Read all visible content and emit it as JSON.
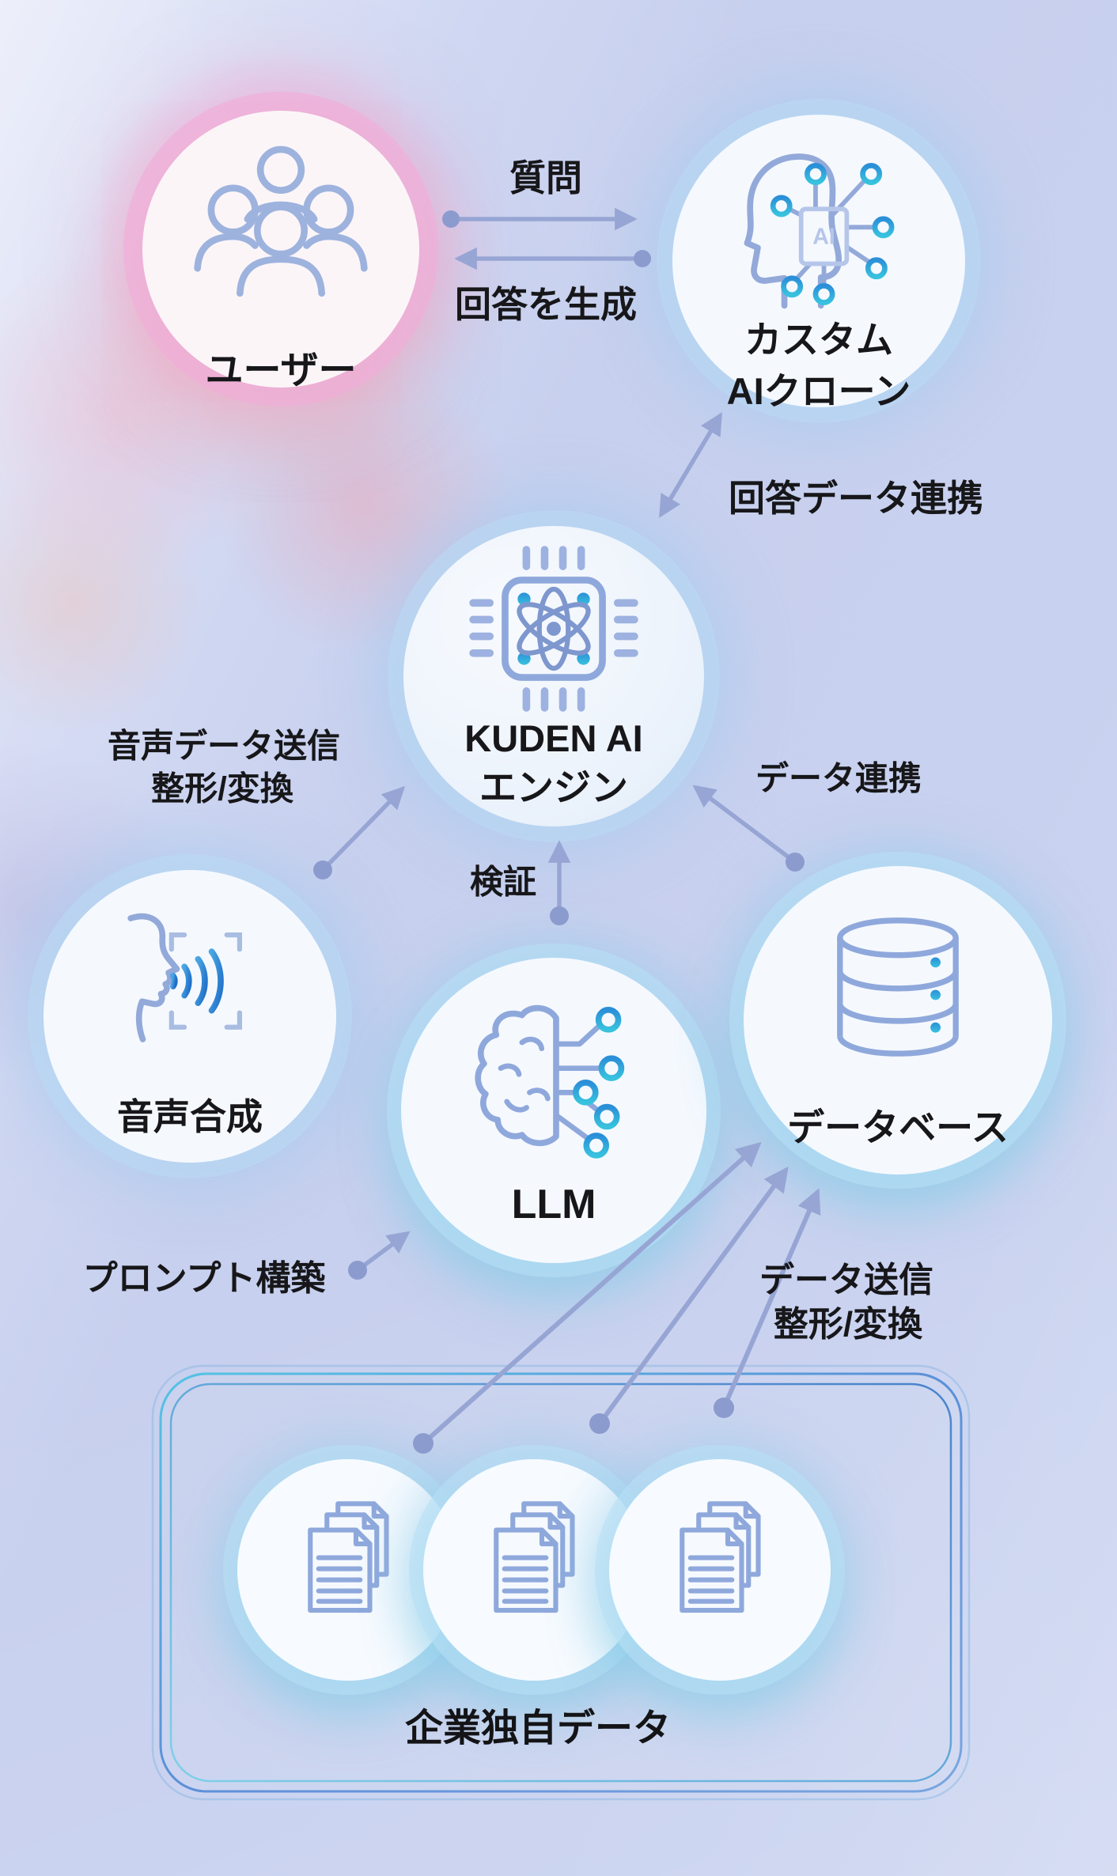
{
  "diagram": {
    "nodes": {
      "user": {
        "label": "ユーザー"
      },
      "ai_clone": {
        "label1": "カスタム",
        "label2": "AIクローン",
        "chip": "AI"
      },
      "kuden": {
        "label1": "KUDEN AI",
        "label2": "エンジン"
      },
      "voice": {
        "label": "音声合成"
      },
      "llm": {
        "label": "LLM"
      },
      "database": {
        "label": "データベース"
      },
      "company_box": {
        "label": "企業独自データ"
      }
    },
    "edges": {
      "question": {
        "label": "質問"
      },
      "generate_answer": {
        "label": "回答を生成"
      },
      "answer_data_link": {
        "label": "回答データ連携"
      },
      "voice_send": {
        "label1": "音声データ送信",
        "label2": "整形/変換"
      },
      "verify": {
        "label": "検証"
      },
      "data_link": {
        "label": "データ連携"
      },
      "prompt_build": {
        "label": "プロンプト構築"
      },
      "data_send": {
        "label1": "データ送信",
        "label2": "整形/変換"
      }
    },
    "colors": {
      "background": "#c7d0ee",
      "node_fill": "#f5f9fe",
      "user_fill": "#fcf5f8",
      "pink_glow": "#f0aed6",
      "blue_glow": "#a9d0f0",
      "teal_glow": "#86d8e8",
      "icon_stroke": "#93a9d9",
      "accent_blue": "#2f87d5",
      "accent_teal": "#45c0dc",
      "arrow": "#97a5d4",
      "text": "#17171a",
      "box_stroke_teal": "#5fc0dc",
      "box_stroke_blue": "#4a82cc"
    }
  }
}
